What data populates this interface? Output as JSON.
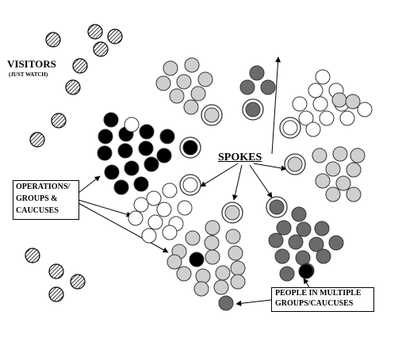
{
  "labels": {
    "visitors": "VISITORS",
    "visitors_sub": "(JUST WATCH)",
    "spokes": "SPOKES",
    "operations": [
      "OPERATIONS/",
      "GROUPS &",
      "CAUCUSES"
    ],
    "multiple": [
      "PEOPLE IN MULTIPLE",
      "GROUPS/CAUCUSES"
    ]
  },
  "colors": {
    "black": "#000000",
    "dark": "#6b6b6b",
    "light": "#cfcfcf",
    "white": "#ffffff",
    "stroke": "#333333",
    "hatch": "#000000"
  },
  "legend": {
    "hatched": "visitor",
    "black": "operations group member",
    "white": "operations group member",
    "light": "operations group member",
    "dark": "operations group member",
    "ringed": "spoke"
  }
}
